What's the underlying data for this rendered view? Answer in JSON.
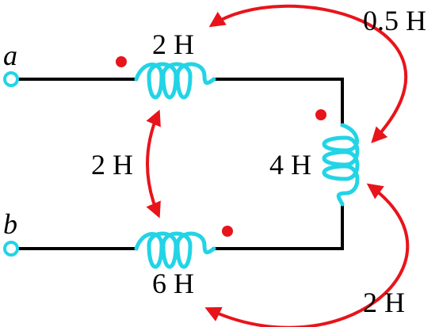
{
  "terminals": {
    "a": "a",
    "b": "b"
  },
  "inductors": {
    "top": "2 H",
    "right": "4 H",
    "bottom": "6 H"
  },
  "mutual": {
    "top_bottom": "2 H",
    "top_right": "0.5 H",
    "right_bottom": "2 H"
  },
  "colors": {
    "wire": "#000000",
    "inductor": "#22d4e6",
    "coupling": "#e8141b",
    "dot": "#e8141b"
  }
}
